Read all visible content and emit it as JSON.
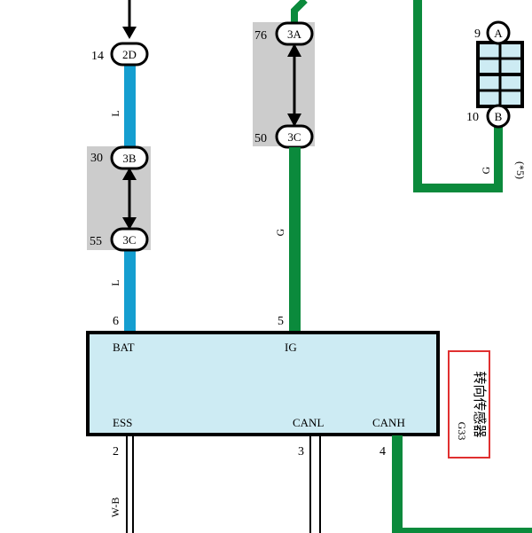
{
  "colors": {
    "wire_blue": "#159ed0",
    "wire_green": "#0b8a3c",
    "connector_bg": "#cccccc",
    "component_fill": "#cdebf3",
    "frame_red": "#e03030"
  },
  "left_column": {
    "top_connector": {
      "pin": "14",
      "label": "2D"
    },
    "wire_label_upper": "L",
    "junction": {
      "top": {
        "pin": "30",
        "label": "3B"
      },
      "bottom": {
        "pin": "55",
        "label": "3C"
      }
    },
    "wire_label_lower": "L",
    "terminal_pin": "6"
  },
  "mid_column": {
    "junction": {
      "top": {
        "pin": "76",
        "label": "3A"
      },
      "bottom": {
        "pin": "50",
        "label": "3C"
      }
    },
    "wire_label": "G",
    "terminal_pin": "5"
  },
  "right_area": {
    "connector_top": {
      "pin": "9",
      "label": "A"
    },
    "connector_bottom": {
      "pin": "10",
      "label": "B"
    },
    "wire_label": "G",
    "note": "(*5)"
  },
  "component": {
    "terminals_top": {
      "bat": "BAT",
      "ig": "IG"
    },
    "terminals_bottom": {
      "ess": "ESS",
      "canl": "CANL",
      "canh": "CANH"
    },
    "pins_bottom": {
      "ess": "2",
      "canl": "3",
      "canh": "4"
    },
    "code": "G33",
    "name": "转向传感器"
  },
  "bottom_wire_label": "W-B"
}
